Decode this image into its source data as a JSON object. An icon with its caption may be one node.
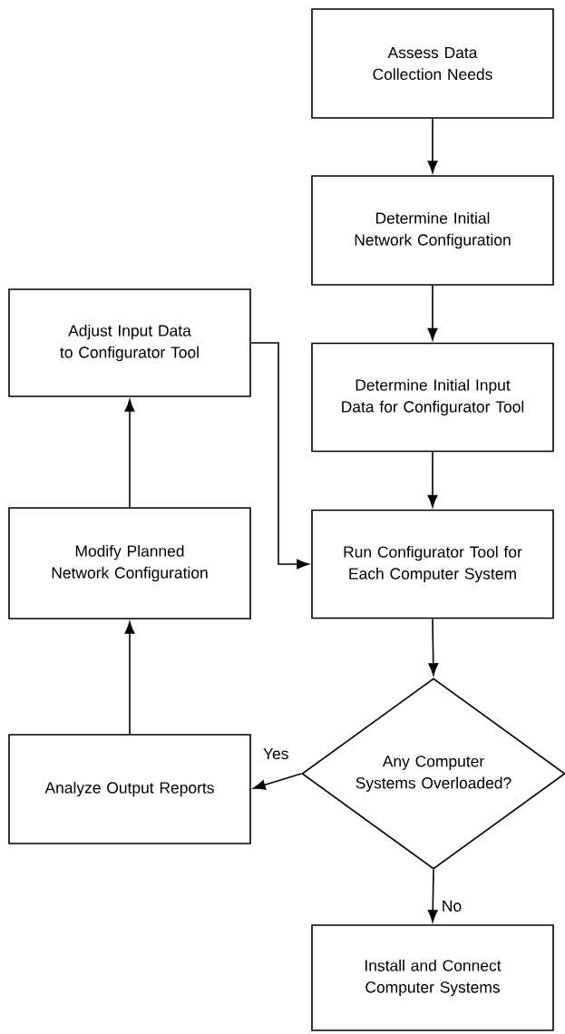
{
  "diagram": {
    "nodes": [
      {
        "text": [
          "Assess Data Collection Needs"
        ]
      },
      {
        "text": [
          "Determine Initial Network Configuration"
        ]
      },
      {
        "text": [
          "Adjust Input Data to Configurator Tool"
        ]
      },
      {
        "text": [
          "Determine Initial Input Data for Configurator Tool"
        ]
      },
      {
        "text": [
          "Modify Planned Network Configuration"
        ]
      },
      {
        "text": [
          "Run Configurator Tool for Each Computer System"
        ]
      },
      {
        "text": [
          "Analyze Output Reports"
        ]
      },
      {
        "text": [
          "Any Computer Systems Overloaded?"
        ]
      },
      {
        "text": [
          "Install and Connect Computer Systems"
        ]
      }
    ],
    "edges": [
      {
        "from": 0,
        "to": 1,
        "arrow": "to"
      },
      {
        "from": 1,
        "to": 3,
        "arrow": "to"
      },
      {
        "from": 3,
        "to": 5,
        "arrow": "to"
      },
      {
        "from": 2,
        "to": 5,
        "arrow": "to"
      },
      {
        "from": 5,
        "to": 7,
        "arrow": "to"
      },
      {
        "from": 7,
        "to": 6,
        "arrow": "to",
        "label": "Yes"
      },
      {
        "from": 7,
        "to": 8,
        "arrow": "to",
        "label": "No"
      },
      {
        "from": 6,
        "to": 4,
        "arrow": "to"
      },
      {
        "from": 4,
        "to": 2,
        "arrow": "to"
      }
    ]
  }
}
